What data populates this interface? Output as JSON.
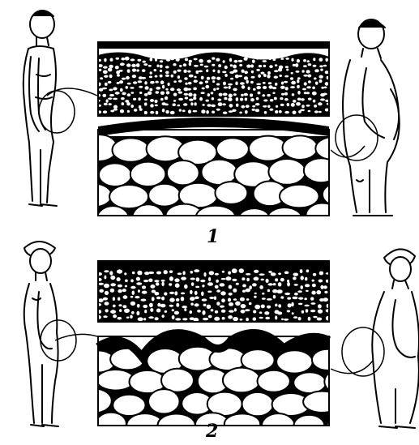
{
  "panels": [
    {
      "number": "1",
      "subject": "male",
      "thin_tissue": "dense-small-cells",
      "thick_tissue": "large-cells-smooth-surface"
    },
    {
      "number": "2",
      "subject": "female",
      "thin_tissue": "mixed-small-cells",
      "thick_tissue": "large-cells-wavy-surface"
    }
  ],
  "colors": {
    "ink": "#000000",
    "paper": "#ffffff"
  }
}
